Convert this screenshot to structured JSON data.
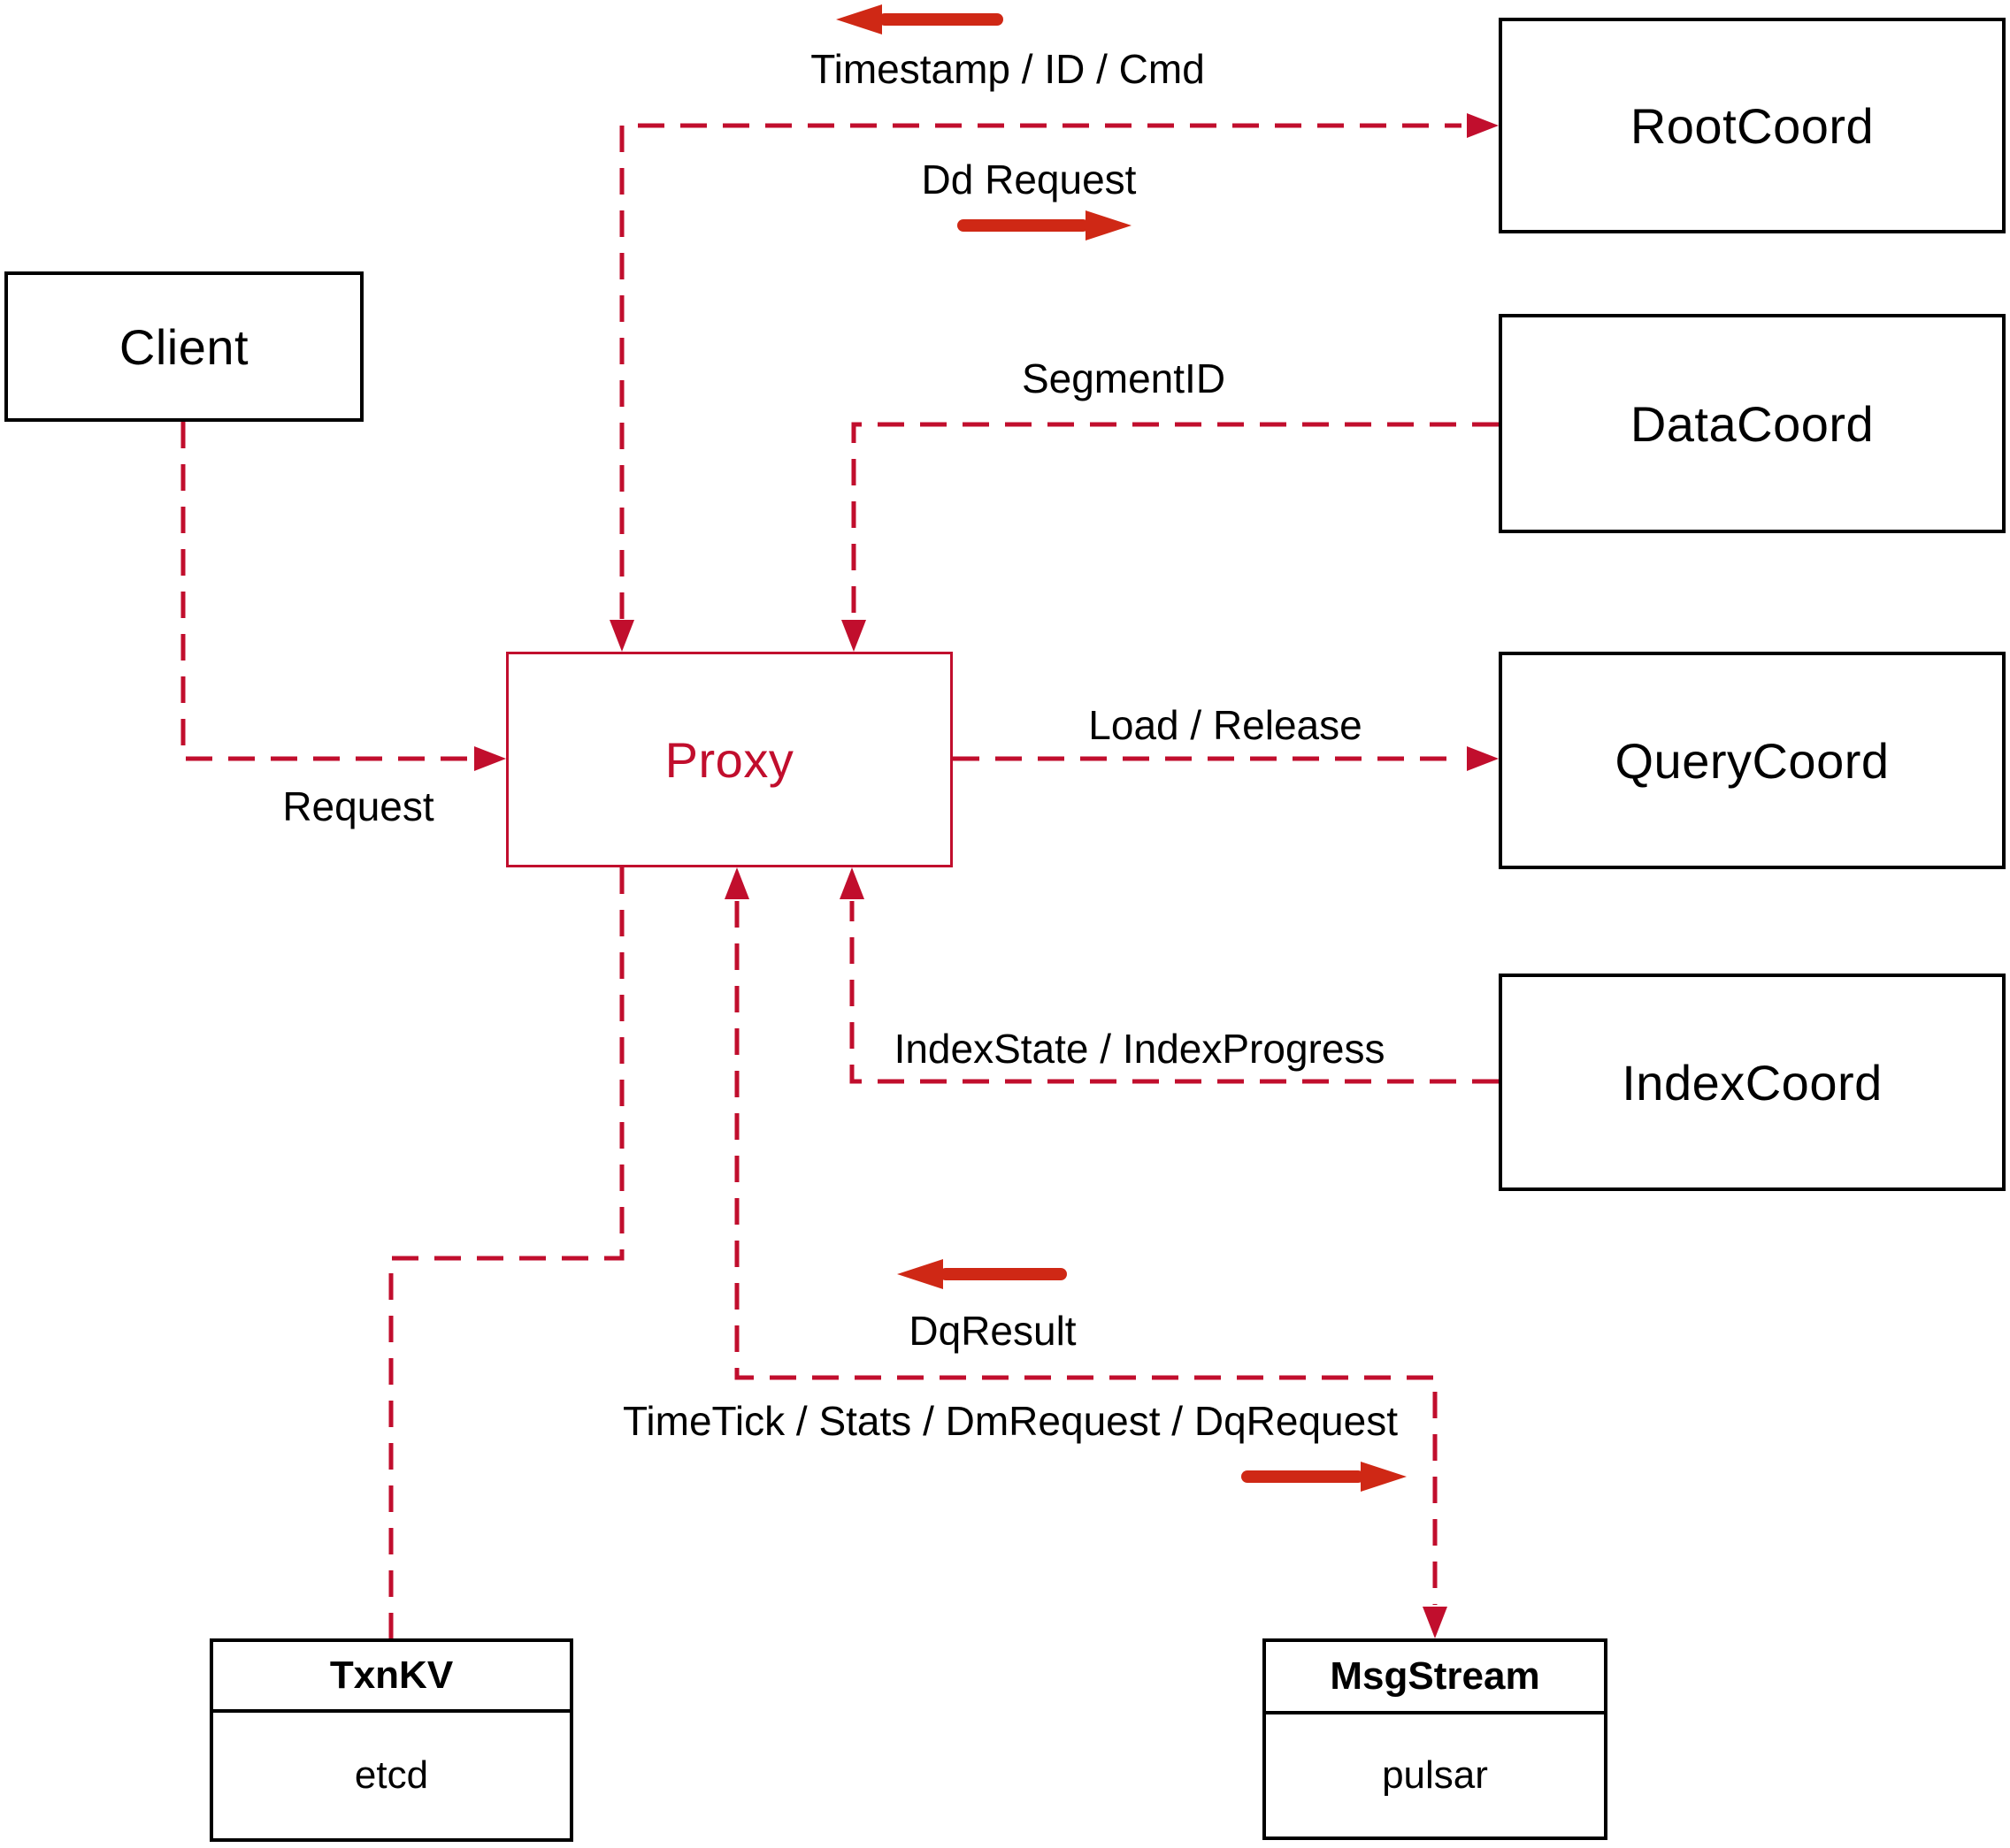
{
  "nodes": {
    "client": {
      "label": "Client"
    },
    "proxy": {
      "label": "Proxy"
    },
    "root_coord": {
      "label": "RootCoord"
    },
    "data_coord": {
      "label": "DataCoord"
    },
    "query_coord": {
      "label": "QueryCoord"
    },
    "index_coord": {
      "label": "IndexCoord"
    },
    "txn_kv": {
      "title": "TxnKV",
      "impl": "etcd"
    },
    "msg_stream": {
      "title": "MsgStream",
      "impl": "pulsar"
    }
  },
  "edges": {
    "client_to_proxy": {
      "label": "Request"
    },
    "proxy_rootcoord": {
      "label_to_proxy": "Timestamp / ID / Cmd",
      "label_to_rootcoord": "Dd Request"
    },
    "datacoord_to_proxy": {
      "label": "SegmentID"
    },
    "proxy_to_querycoord": {
      "label": "Load / Release"
    },
    "indexcoord_to_proxy": {
      "label": "IndexState / IndexProgress"
    },
    "proxy_msgstream": {
      "label_to_proxy": "DqResult",
      "label_to_msgstream": "TimeTick / Stats / DmRequest / DqRequest"
    }
  },
  "colors": {
    "edge_crimson": "#c10e2d",
    "arrow_glyph_red": "#cf2815",
    "node_border": "#000000",
    "background": "#ffffff"
  }
}
